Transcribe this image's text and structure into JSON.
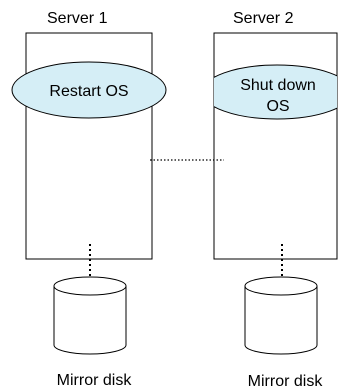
{
  "servers": [
    {
      "title": "Server 1",
      "action_lines": [
        "Restart OS"
      ],
      "disk_label": "Mirror disk"
    },
    {
      "title": "Server 2",
      "action_lines": [
        "Shut down",
        "OS"
      ],
      "disk_label": "Mirror disk"
    }
  ],
  "colors": {
    "ellipse_fill": "#d5eef6",
    "stroke": "#000000",
    "background": "#ffffff"
  }
}
